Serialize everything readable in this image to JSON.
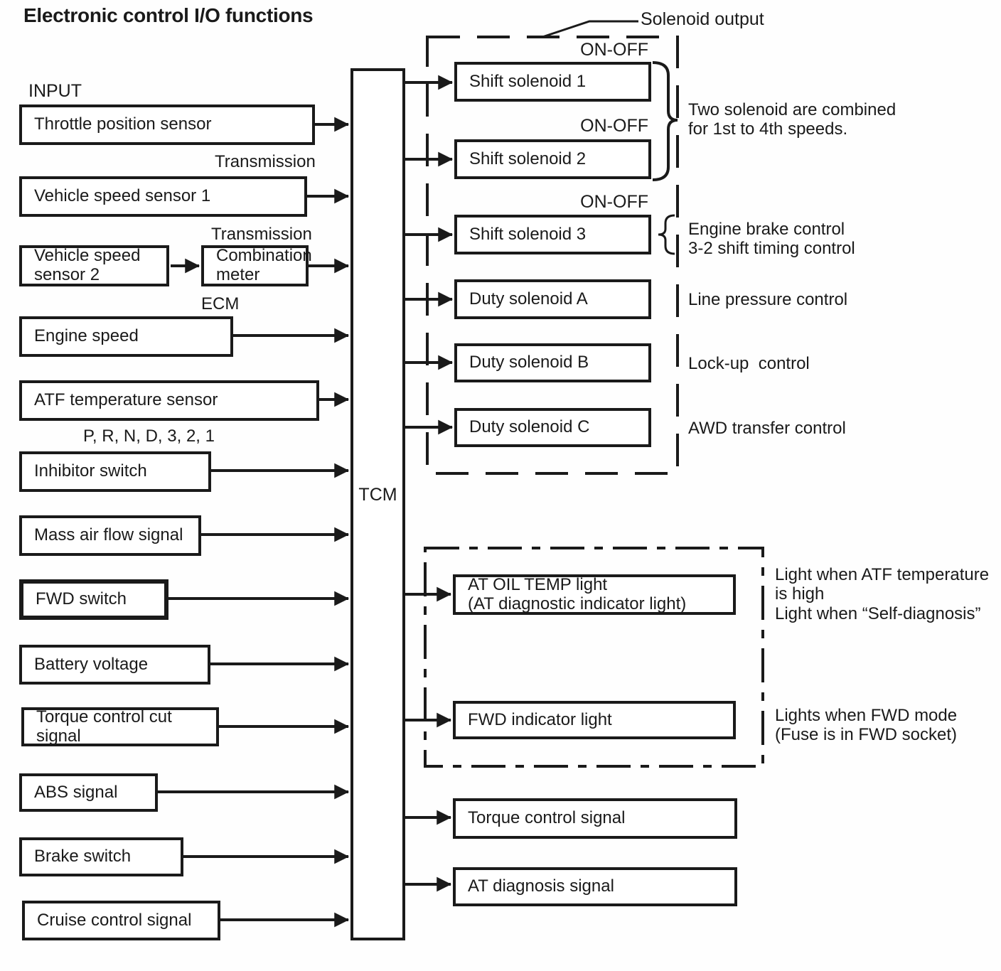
{
  "colors": {
    "ink": "#1a1a1a",
    "paper": "#ffffff"
  },
  "title": "Electronic control I/O functions",
  "input": {
    "section_label": "INPUT",
    "boxes": [
      {
        "label": "Throttle position sensor"
      },
      {
        "label": "Vehicle speed sensor 1",
        "tag": "Transmission"
      },
      {
        "label": "Vehicle speed\nsensor 2"
      },
      {
        "label": "Engine speed",
        "tag": "ECM"
      },
      {
        "label": "ATF temperature sensor"
      },
      {
        "label": "Inhibitor switch",
        "tag": "P, R, N, D, 3, 2, 1"
      },
      {
        "label": "Mass air flow signal"
      },
      {
        "label": "FWD switch"
      },
      {
        "label": "Battery voltage"
      },
      {
        "label": "Torque control cut signal"
      },
      {
        "label": "ABS signal"
      },
      {
        "label": "Brake switch"
      },
      {
        "label": "Cruise control signal"
      }
    ],
    "relay": {
      "label": "Combination\nmeter",
      "tag": "Transmission"
    }
  },
  "tcm": {
    "label": "TCM"
  },
  "solenoid": {
    "group_label": "Solenoid output",
    "boxes": [
      {
        "label": "Shift solenoid 1",
        "mode": "ON-OFF"
      },
      {
        "label": "Shift solenoid 2",
        "mode": "ON-OFF"
      },
      {
        "label": "Shift solenoid 3",
        "mode": "ON-OFF",
        "note": "Engine brake control\n3-2 shift timing control"
      },
      {
        "label": "Duty solenoid A",
        "note": "Line pressure control"
      },
      {
        "label": "Duty solenoid B",
        "note": "Lock-up  control"
      },
      {
        "label": "Duty solenoid C",
        "note": "AWD transfer control"
      }
    ],
    "combined_note": "Two solenoid are combined\nfor 1st to 4th speeds."
  },
  "indicators": {
    "at_oil_temp": {
      "label": "AT OIL TEMP light\n(AT diagnostic indicator light)",
      "note_high": "Light when ATF temperature\nis high",
      "note_diag": "Light when “Self-diagnosis”"
    },
    "fwd": {
      "label": "FWD indicator light",
      "note": "Lights when FWD mode\n(Fuse is in FWD socket)"
    }
  },
  "signals": {
    "boxes": [
      {
        "label": "Torque control signal"
      },
      {
        "label": "AT diagnosis signal"
      }
    ]
  }
}
